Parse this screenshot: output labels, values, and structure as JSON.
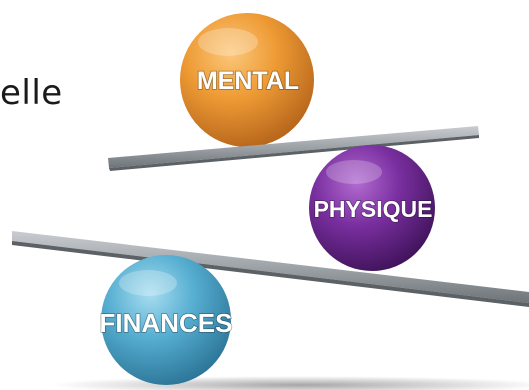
{
  "left_text": "elle",
  "balls": {
    "mental": {
      "label": "MENTAL",
      "color": "#E8932E"
    },
    "physique": {
      "label": "PHYSIQUE",
      "color": "#6B2A8E"
    },
    "finances": {
      "label": "FINANCES",
      "color": "#4FA9CC"
    }
  },
  "icons": {
    "top_plank": "plank-icon",
    "bottom_plank": "plank-icon"
  }
}
